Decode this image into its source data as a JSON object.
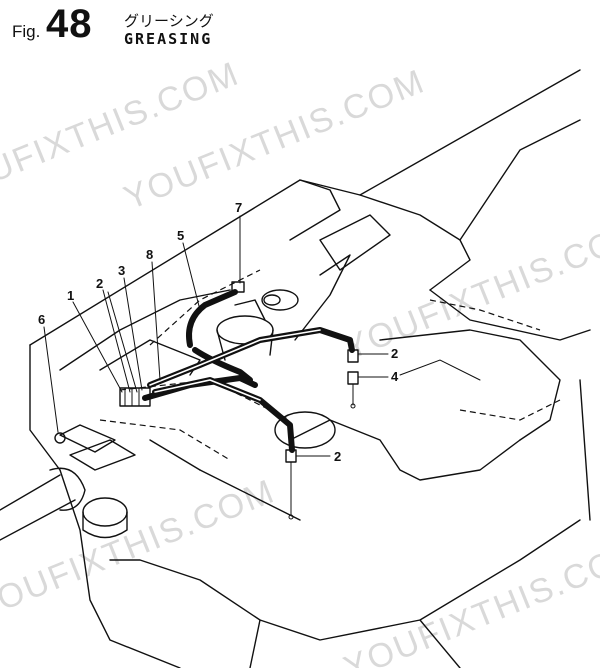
{
  "header": {
    "prefix": "Fig.",
    "number": "48",
    "title_jp": "グリーシング",
    "title_en": "GREASING"
  },
  "callouts": {
    "c1": "1",
    "c2a": "2",
    "c2b": "2",
    "c2c": "2",
    "c3": "3",
    "c4": "4",
    "c5": "5",
    "c6": "6",
    "c7": "7",
    "c8": "8"
  },
  "watermarks": {
    "w1": "YOUFIXTHIS.COM",
    "w2": "YOUFIXTHIS.COM",
    "w3": "YOUFIXTHIS.COM",
    "w4": "YOUFIXTHIS.COM",
    "w5": "YOUFIXTHIS.COM"
  },
  "colors": {
    "ink": "#111111",
    "watermark": "#d9d9d9",
    "background": "#ffffff"
  }
}
